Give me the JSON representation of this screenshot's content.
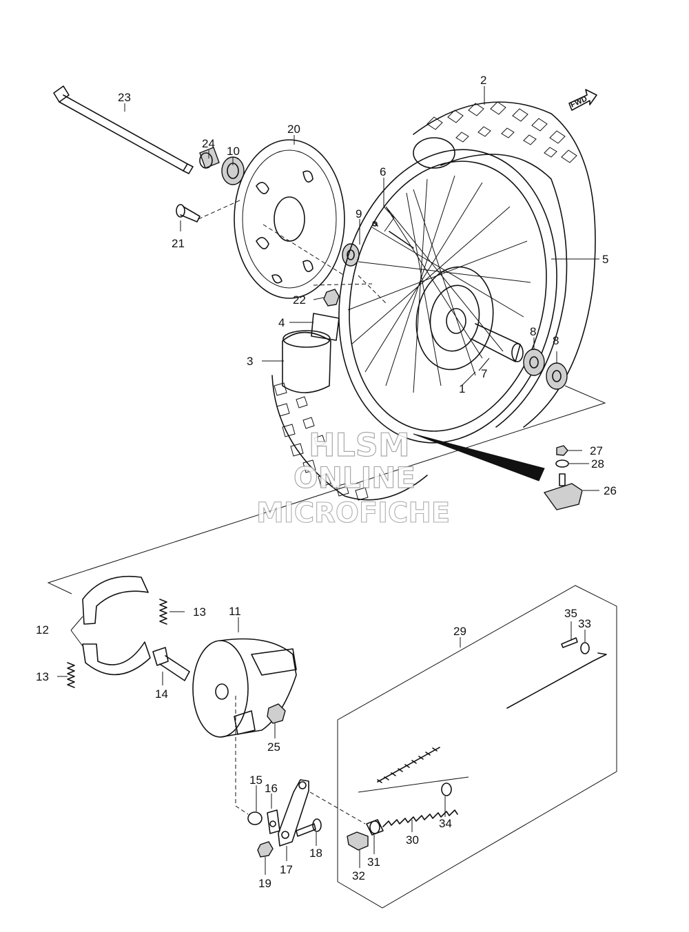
{
  "diagram": {
    "watermark": [
      "HLSM",
      "ONLINE",
      "MICROFICHE"
    ],
    "fwd_label": "FWD",
    "callouts": [
      {
        "id": "c2",
        "text": "2"
      },
      {
        "id": "c23",
        "text": "23"
      },
      {
        "id": "c24",
        "text": "24"
      },
      {
        "id": "c10",
        "text": "10"
      },
      {
        "id": "c20",
        "text": "20"
      },
      {
        "id": "c6",
        "text": "6"
      },
      {
        "id": "c9",
        "text": "9"
      },
      {
        "id": "c21",
        "text": "21"
      },
      {
        "id": "c5",
        "text": "5"
      },
      {
        "id": "c22",
        "text": "22"
      },
      {
        "id": "c4",
        "text": "4"
      },
      {
        "id": "c8a",
        "text": "8"
      },
      {
        "id": "c8b",
        "text": "8"
      },
      {
        "id": "c3",
        "text": "3"
      },
      {
        "id": "c7",
        "text": "7"
      },
      {
        "id": "c1",
        "text": "1"
      },
      {
        "id": "c27",
        "text": "27"
      },
      {
        "id": "c28",
        "text": "28"
      },
      {
        "id": "c26",
        "text": "26"
      },
      {
        "id": "c13a",
        "text": "13"
      },
      {
        "id": "c11",
        "text": "11"
      },
      {
        "id": "c12",
        "text": "12"
      },
      {
        "id": "c13b",
        "text": "13"
      },
      {
        "id": "c14",
        "text": "14"
      },
      {
        "id": "c35",
        "text": "35"
      },
      {
        "id": "c33",
        "text": "33"
      },
      {
        "id": "c29",
        "text": "29"
      },
      {
        "id": "c25",
        "text": "25"
      },
      {
        "id": "c15",
        "text": "15"
      },
      {
        "id": "c16",
        "text": "16"
      },
      {
        "id": "c34",
        "text": "34"
      },
      {
        "id": "c18",
        "text": "18"
      },
      {
        "id": "c30",
        "text": "30"
      },
      {
        "id": "c31",
        "text": "31"
      },
      {
        "id": "c17",
        "text": "17"
      },
      {
        "id": "c19",
        "text": "19"
      },
      {
        "id": "c32",
        "text": "32"
      }
    ]
  }
}
